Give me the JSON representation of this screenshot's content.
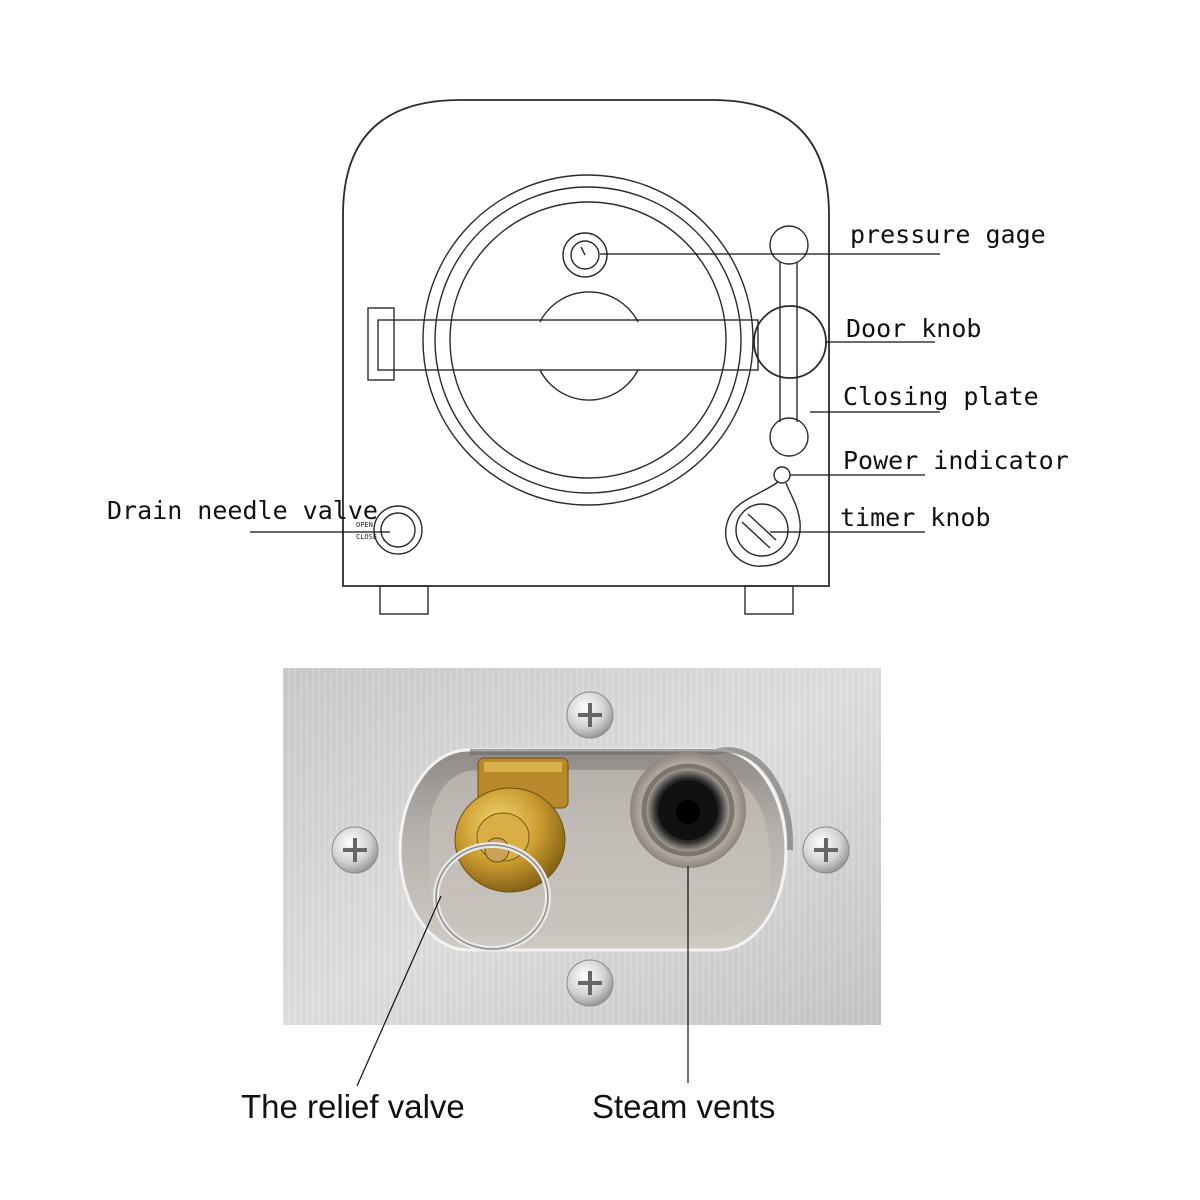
{
  "diagram": {
    "labels": {
      "pressure_gage": "pressure gage",
      "door_knob": "Door knob",
      "closing_plate": "Closing plate",
      "power_indicator": "Power indicator",
      "timer_knob": "timer knob",
      "drain_needle_valve": "Drain needle valve",
      "valve_open": "OPEN",
      "valve_close": "CLOSE"
    }
  },
  "photo": {
    "labels": {
      "relief_valve": "The relief valve",
      "steam_vents": "Steam vents"
    }
  }
}
